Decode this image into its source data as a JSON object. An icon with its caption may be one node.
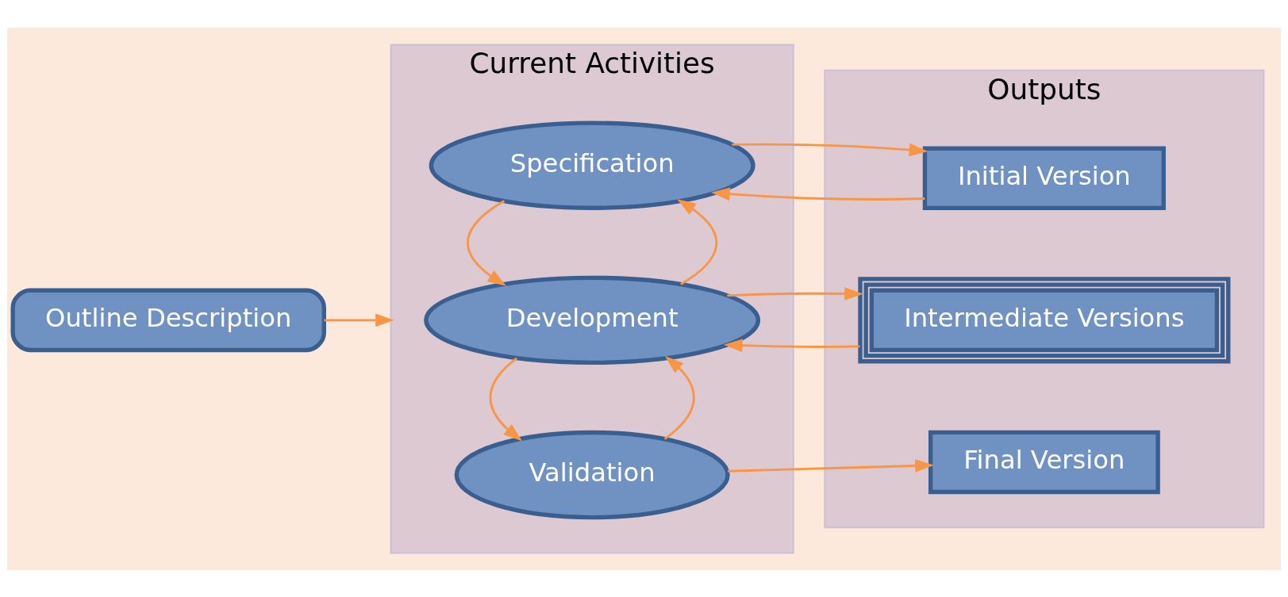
{
  "diagram": {
    "nodes": [
      {
        "text": [
          "Outline Description"
        ]
      },
      {
        "text": [
          "Current Activities"
        ]
      },
      {
        "text": [
          "Specification"
        ],
        "in": 1
      },
      {
        "text": [
          "Development"
        ],
        "in": 1
      },
      {
        "text": [
          "Validation"
        ],
        "in": 1
      },
      {
        "text": [
          "Outputs"
        ]
      },
      {
        "text": [
          "Initial Version"
        ],
        "in": 5
      },
      {
        "text": [
          "Intermediate Versions"
        ],
        "in": 5
      },
      {
        "text": [
          "Final Version"
        ],
        "in": 5
      }
    ],
    "edges": [
      {
        "from": 0,
        "to": 1,
        "arrow": "to"
      },
      {
        "from": 6,
        "to": 2,
        "arrow": "to"
      },
      {
        "from": 2,
        "to": 6,
        "arrow": "to"
      },
      {
        "from": 3,
        "to": 2,
        "arrow": "to"
      },
      {
        "from": 2,
        "to": 3,
        "arrow": "to"
      },
      {
        "from": 7,
        "to": 3,
        "arrow": "to"
      },
      {
        "from": 3,
        "to": 7,
        "arrow": "to"
      },
      {
        "from": 4,
        "to": 3,
        "arrow": "to"
      },
      {
        "from": 3,
        "to": 4,
        "arrow": "to"
      },
      {
        "from": 4,
        "to": 8,
        "arrow": "to"
      }
    ]
  }
}
